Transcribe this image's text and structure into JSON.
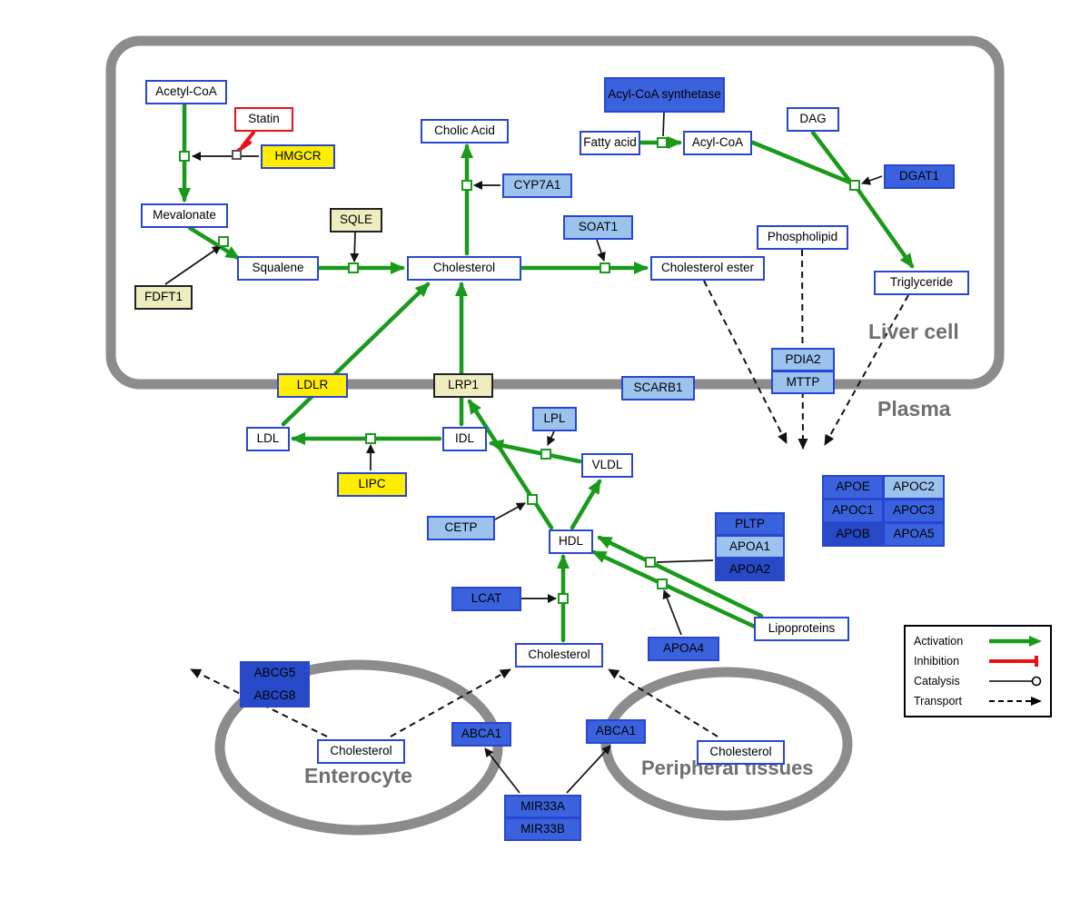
{
  "compartments": {
    "liver_cell": "Liver cell",
    "plasma": "Plasma",
    "enterocyte": "Enterocyte",
    "peripheral": "Peripheral tissues"
  },
  "nodes": {
    "acetyl_coa": "Acetyl-CoA",
    "statin": "Statin",
    "hmgcr": "HMGCR",
    "mevalonate": "Mevalonate",
    "sqle": "SQLE",
    "fdft1": "FDFT1",
    "squalene": "Squalene",
    "cholesterol_liver": "Cholesterol",
    "cholic_acid": "Cholic Acid",
    "cyp7a1": "CYP7A1",
    "acyl_coa_synthetase": "Acyl-CoA synthetase",
    "fatty_acid": "Fatty acid",
    "acyl_coa": "Acyl-CoA",
    "dag": "DAG",
    "dgat1": "DGAT1",
    "soat1": "SOAT1",
    "cholesterol_ester": "Cholesterol ester",
    "phospholipid": "Phospholipid",
    "triglyceride": "Triglyceride",
    "pdia2": "PDIA2",
    "mttp": "MTTP",
    "ldlr": "LDLR",
    "lrp1": "LRP1",
    "scarb1": "SCARB1",
    "ldl": "LDL",
    "idl": "IDL",
    "lpl": "LPL",
    "vldl": "VLDL",
    "lipc": "LIPC",
    "cetp": "CETP",
    "hdl": "HDL",
    "pltp": "PLTP",
    "apoa1": "APOA1",
    "apoa2": "APOA2",
    "apoe": "APOE",
    "apoc2": "APOC2",
    "apoc1": "APOC1",
    "apoc3": "APOC3",
    "apob": "APOB",
    "apoa5": "APOA5",
    "lcat": "LCAT",
    "apoa4": "APOA4",
    "lipoproteins": "Lipoproteins",
    "cholesterol_plasma": "Cholesterol",
    "abcg5": "ABCG5",
    "abcg8": "ABCG8",
    "cholesterol_enterocyte": "Cholesterol",
    "abca1_enterocyte": "ABCA1",
    "abca1_peripheral": "ABCA1",
    "cholesterol_peripheral": "Cholesterol",
    "mir33a": "MIR33A",
    "mir33b": "MIR33B"
  },
  "legend": {
    "activation": "Activation",
    "inhibition": "Inhibition",
    "catalysis": "Catalysis",
    "transport": "Transport"
  },
  "colors": {
    "activation_green": "#1a9a1a",
    "inhibition_red": "#ee1111",
    "node_border_blue": "#2946d2",
    "gene_yellow": "#ffee00",
    "gene_pale_yellow": "#efedc0",
    "gene_light_blue": "#9cc2ee",
    "gene_medium_blue": "#3a62dc",
    "gene_dark_blue": "#2749c6",
    "membrane_gray": "#8c8c8c"
  }
}
